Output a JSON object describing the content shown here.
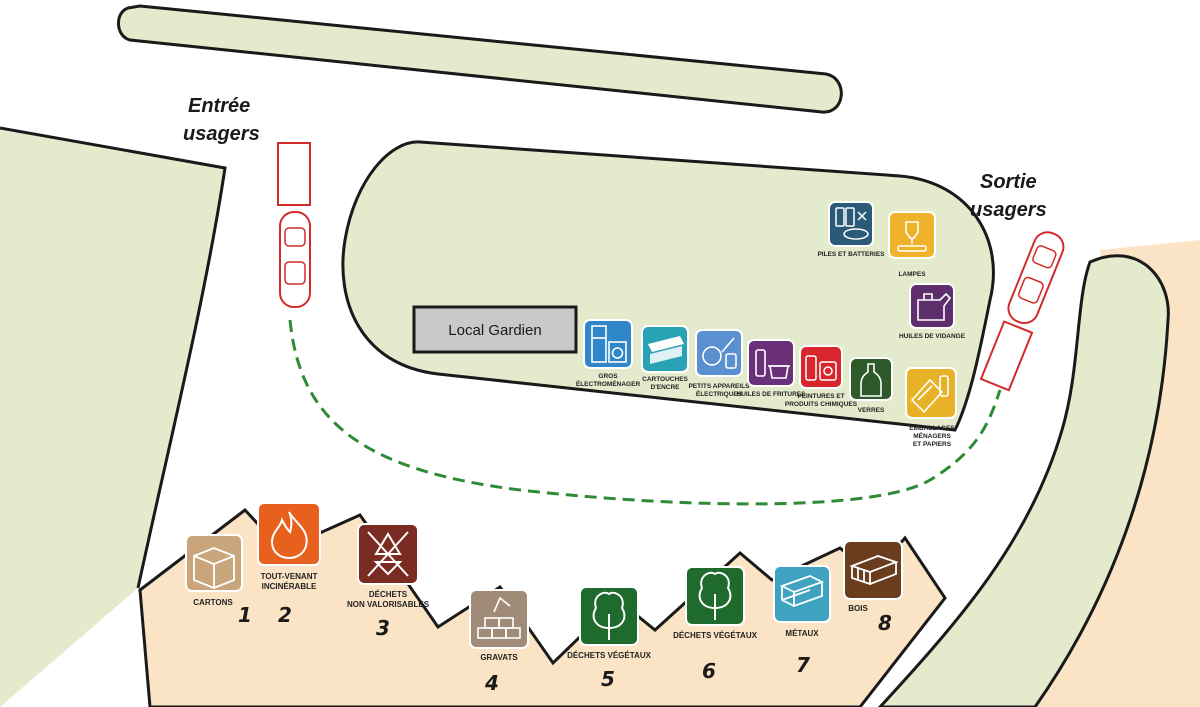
{
  "map": {
    "entry": {
      "line1": "Entrée",
      "line2": "usagers"
    },
    "exit": {
      "line1": "Sortie",
      "line2": "usagers"
    },
    "local_gardien": "Local Gardien",
    "colors": {
      "green_area": "#e4ebcd",
      "sand_area": "#fbe3c5",
      "path_dash": "#2e8a36",
      "car": "#d22b2b"
    }
  },
  "containers_island": [
    {
      "icon": "fridge-washer-icon",
      "color": "#2f86c8",
      "label_lines": [
        "GROS",
        "ÉLECTROMÉNAGER"
      ]
    },
    {
      "icon": "ink-cartridge-icon",
      "color": "#2aa2b5",
      "label_lines": [
        "CARTOUCHES",
        "D'ENCRE"
      ]
    },
    {
      "icon": "small-appliance-icon",
      "color": "#5a8fd0",
      "label_lines": [
        "PETITS APPAREILS",
        "ÉLECTRIQUES"
      ]
    },
    {
      "icon": "frying-oil-icon",
      "color": "#6a2f79",
      "label_lines": [
        "HUILES DE FRITURES"
      ]
    },
    {
      "icon": "paint-chemicals-icon",
      "color": "#d9262c",
      "label_lines": [
        "PEINTURES ET",
        "PRODUITS CHIMIQUES"
      ]
    },
    {
      "icon": "glass-bottle-icon",
      "color": "#2e5a2a",
      "label_lines": [
        "VERRES"
      ]
    },
    {
      "icon": "packaging-paper-icon",
      "color": "#e7b227",
      "label_lines": [
        "EMBALLAGES",
        "MÉNAGERS",
        "ET PAPIERS"
      ]
    },
    {
      "icon": "batteries-icon",
      "color": "#2b5a78",
      "label_lines": [
        "PILES ET BATTERIES"
      ]
    },
    {
      "icon": "lamp-icon",
      "color": "#f0b22a",
      "label_lines": [
        "LAMPES"
      ]
    },
    {
      "icon": "oil-can-icon",
      "color": "#5e2d6b",
      "label_lines": [
        "HUILES DE VIDANGE"
      ]
    }
  ],
  "quais": [
    {
      "number": "1",
      "icon": "cardboard-box-icon",
      "color": "#c8a57a",
      "label_lines": [
        "CARTONS"
      ]
    },
    {
      "number": "2",
      "icon": "fire-icon",
      "color": "#e8601e",
      "label_lines": [
        "TOUT-VENANT",
        "INCINÉRABLE"
      ]
    },
    {
      "number": "3",
      "icon": "no-recycle-icon",
      "color": "#7a2b22",
      "label_lines": [
        "DÉCHETS",
        "NON VALORISABLES"
      ]
    },
    {
      "number": "4",
      "icon": "rubble-icon",
      "color": "#a08b78",
      "label_lines": [
        "GRAVATS"
      ]
    },
    {
      "number": "5",
      "icon": "tree-icon",
      "color": "#1f6b2e",
      "label_lines": [
        "DÉCHETS VÉGÉTAUX"
      ]
    },
    {
      "number": "6",
      "icon": "tree-icon",
      "color": "#1f6b2e",
      "label_lines": [
        "DÉCHETS VÉGÉTAUX"
      ]
    },
    {
      "number": "7",
      "icon": "steel-beam-icon",
      "color": "#3fa2c0",
      "label_lines": [
        "MÉTAUX"
      ]
    },
    {
      "number": "8",
      "icon": "wood-pallet-icon",
      "color": "#6b3d1f",
      "label_lines": [
        "BOIS"
      ]
    }
  ]
}
